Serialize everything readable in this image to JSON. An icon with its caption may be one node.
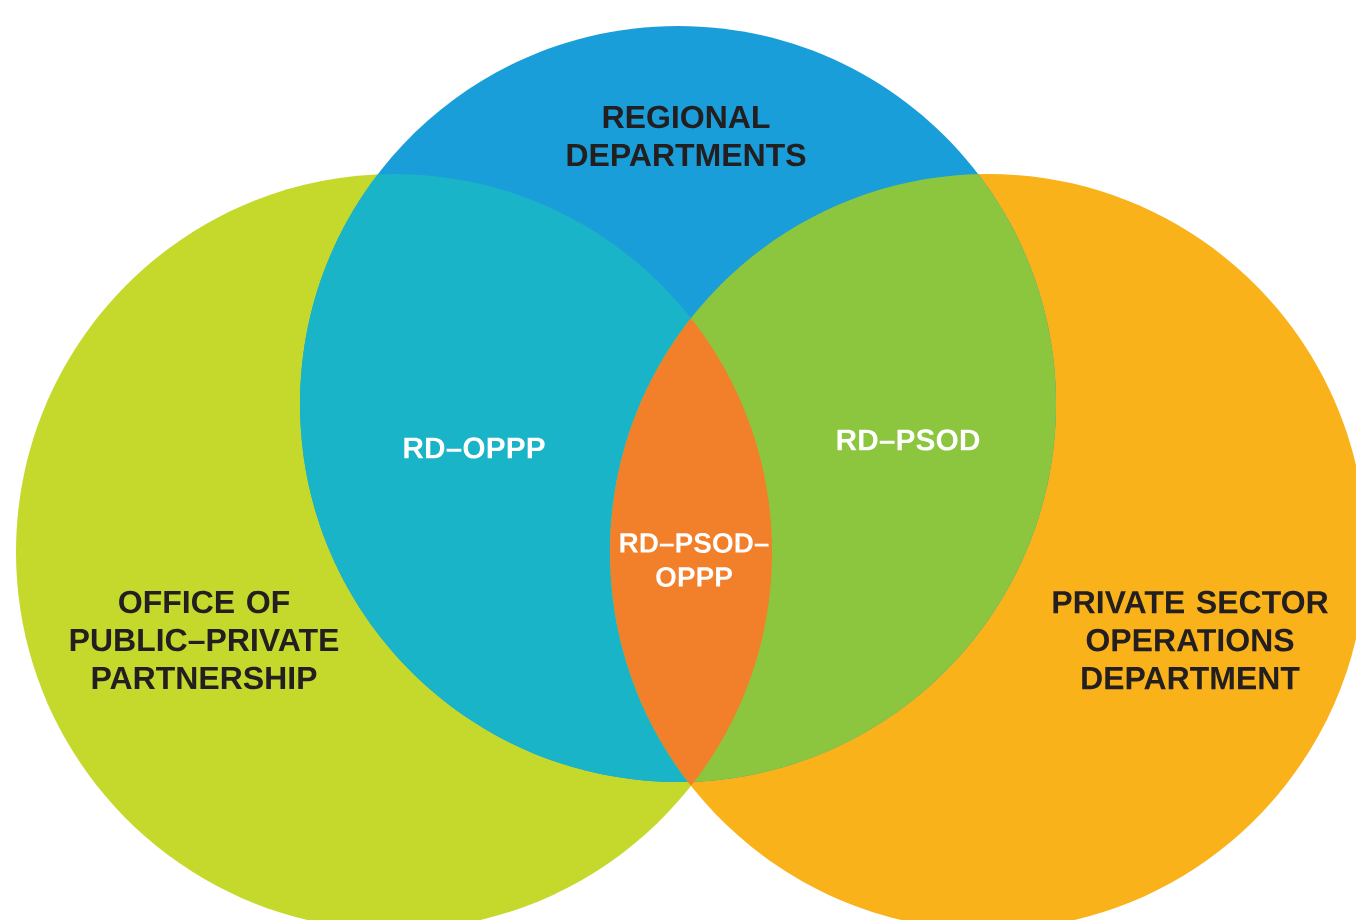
{
  "diagram": {
    "nodes": [
      {
        "text": [
          "REGIONAL DEPARTMENTS"
        ]
      },
      {
        "text": [
          "RD–OPPP"
        ]
      },
      {
        "text": [
          "RD–PSOD"
        ]
      },
      {
        "text": [
          "RD–PSOD–OPPP"
        ]
      },
      {
        "text": [
          "OFFICE OF PUBLIC–PRIVATE PARTNERSHIP"
        ]
      },
      {
        "text": [
          "PRIVATE SECTOR OPERATIONS DEPARTMENT"
        ]
      }
    ]
  }
}
